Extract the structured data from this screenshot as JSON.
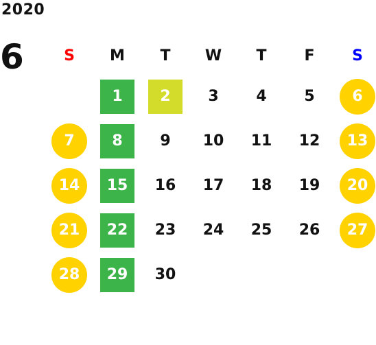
{
  "calendar": {
    "year": "2020",
    "month": "6",
    "weekdays": [
      {
        "label": "S",
        "color": "#ff0000"
      },
      {
        "label": "M",
        "color": "#111111"
      },
      {
        "label": "T",
        "color": "#111111"
      },
      {
        "label": "W",
        "color": "#111111"
      },
      {
        "label": "T",
        "color": "#111111"
      },
      {
        "label": "F",
        "color": "#111111"
      },
      {
        "label": "S",
        "color": "#0000ff"
      }
    ],
    "highlight_colors": {
      "green": "#3cb449",
      "lime": "#d4dc2b",
      "yellow": "#ffd200"
    },
    "weeks": [
      [
        null,
        {
          "d": "1",
          "h": "green"
        },
        {
          "d": "2",
          "h": "lime"
        },
        {
          "d": "3"
        },
        {
          "d": "4"
        },
        {
          "d": "5"
        },
        {
          "d": "6",
          "h": "yellow"
        }
      ],
      [
        {
          "d": "7",
          "h": "yellow"
        },
        {
          "d": "8",
          "h": "green"
        },
        {
          "d": "9"
        },
        {
          "d": "10"
        },
        {
          "d": "11"
        },
        {
          "d": "12"
        },
        {
          "d": "13",
          "h": "yellow"
        }
      ],
      [
        {
          "d": "14",
          "h": "yellow"
        },
        {
          "d": "15",
          "h": "green"
        },
        {
          "d": "16"
        },
        {
          "d": "17"
        },
        {
          "d": "18"
        },
        {
          "d": "19"
        },
        {
          "d": "20",
          "h": "yellow"
        }
      ],
      [
        {
          "d": "21",
          "h": "yellow"
        },
        {
          "d": "22",
          "h": "green"
        },
        {
          "d": "23"
        },
        {
          "d": "24"
        },
        {
          "d": "25"
        },
        {
          "d": "26"
        },
        {
          "d": "27",
          "h": "yellow"
        }
      ],
      [
        {
          "d": "28",
          "h": "yellow"
        },
        {
          "d": "29",
          "h": "green"
        },
        {
          "d": "30"
        },
        null,
        null,
        null,
        null
      ]
    ]
  }
}
